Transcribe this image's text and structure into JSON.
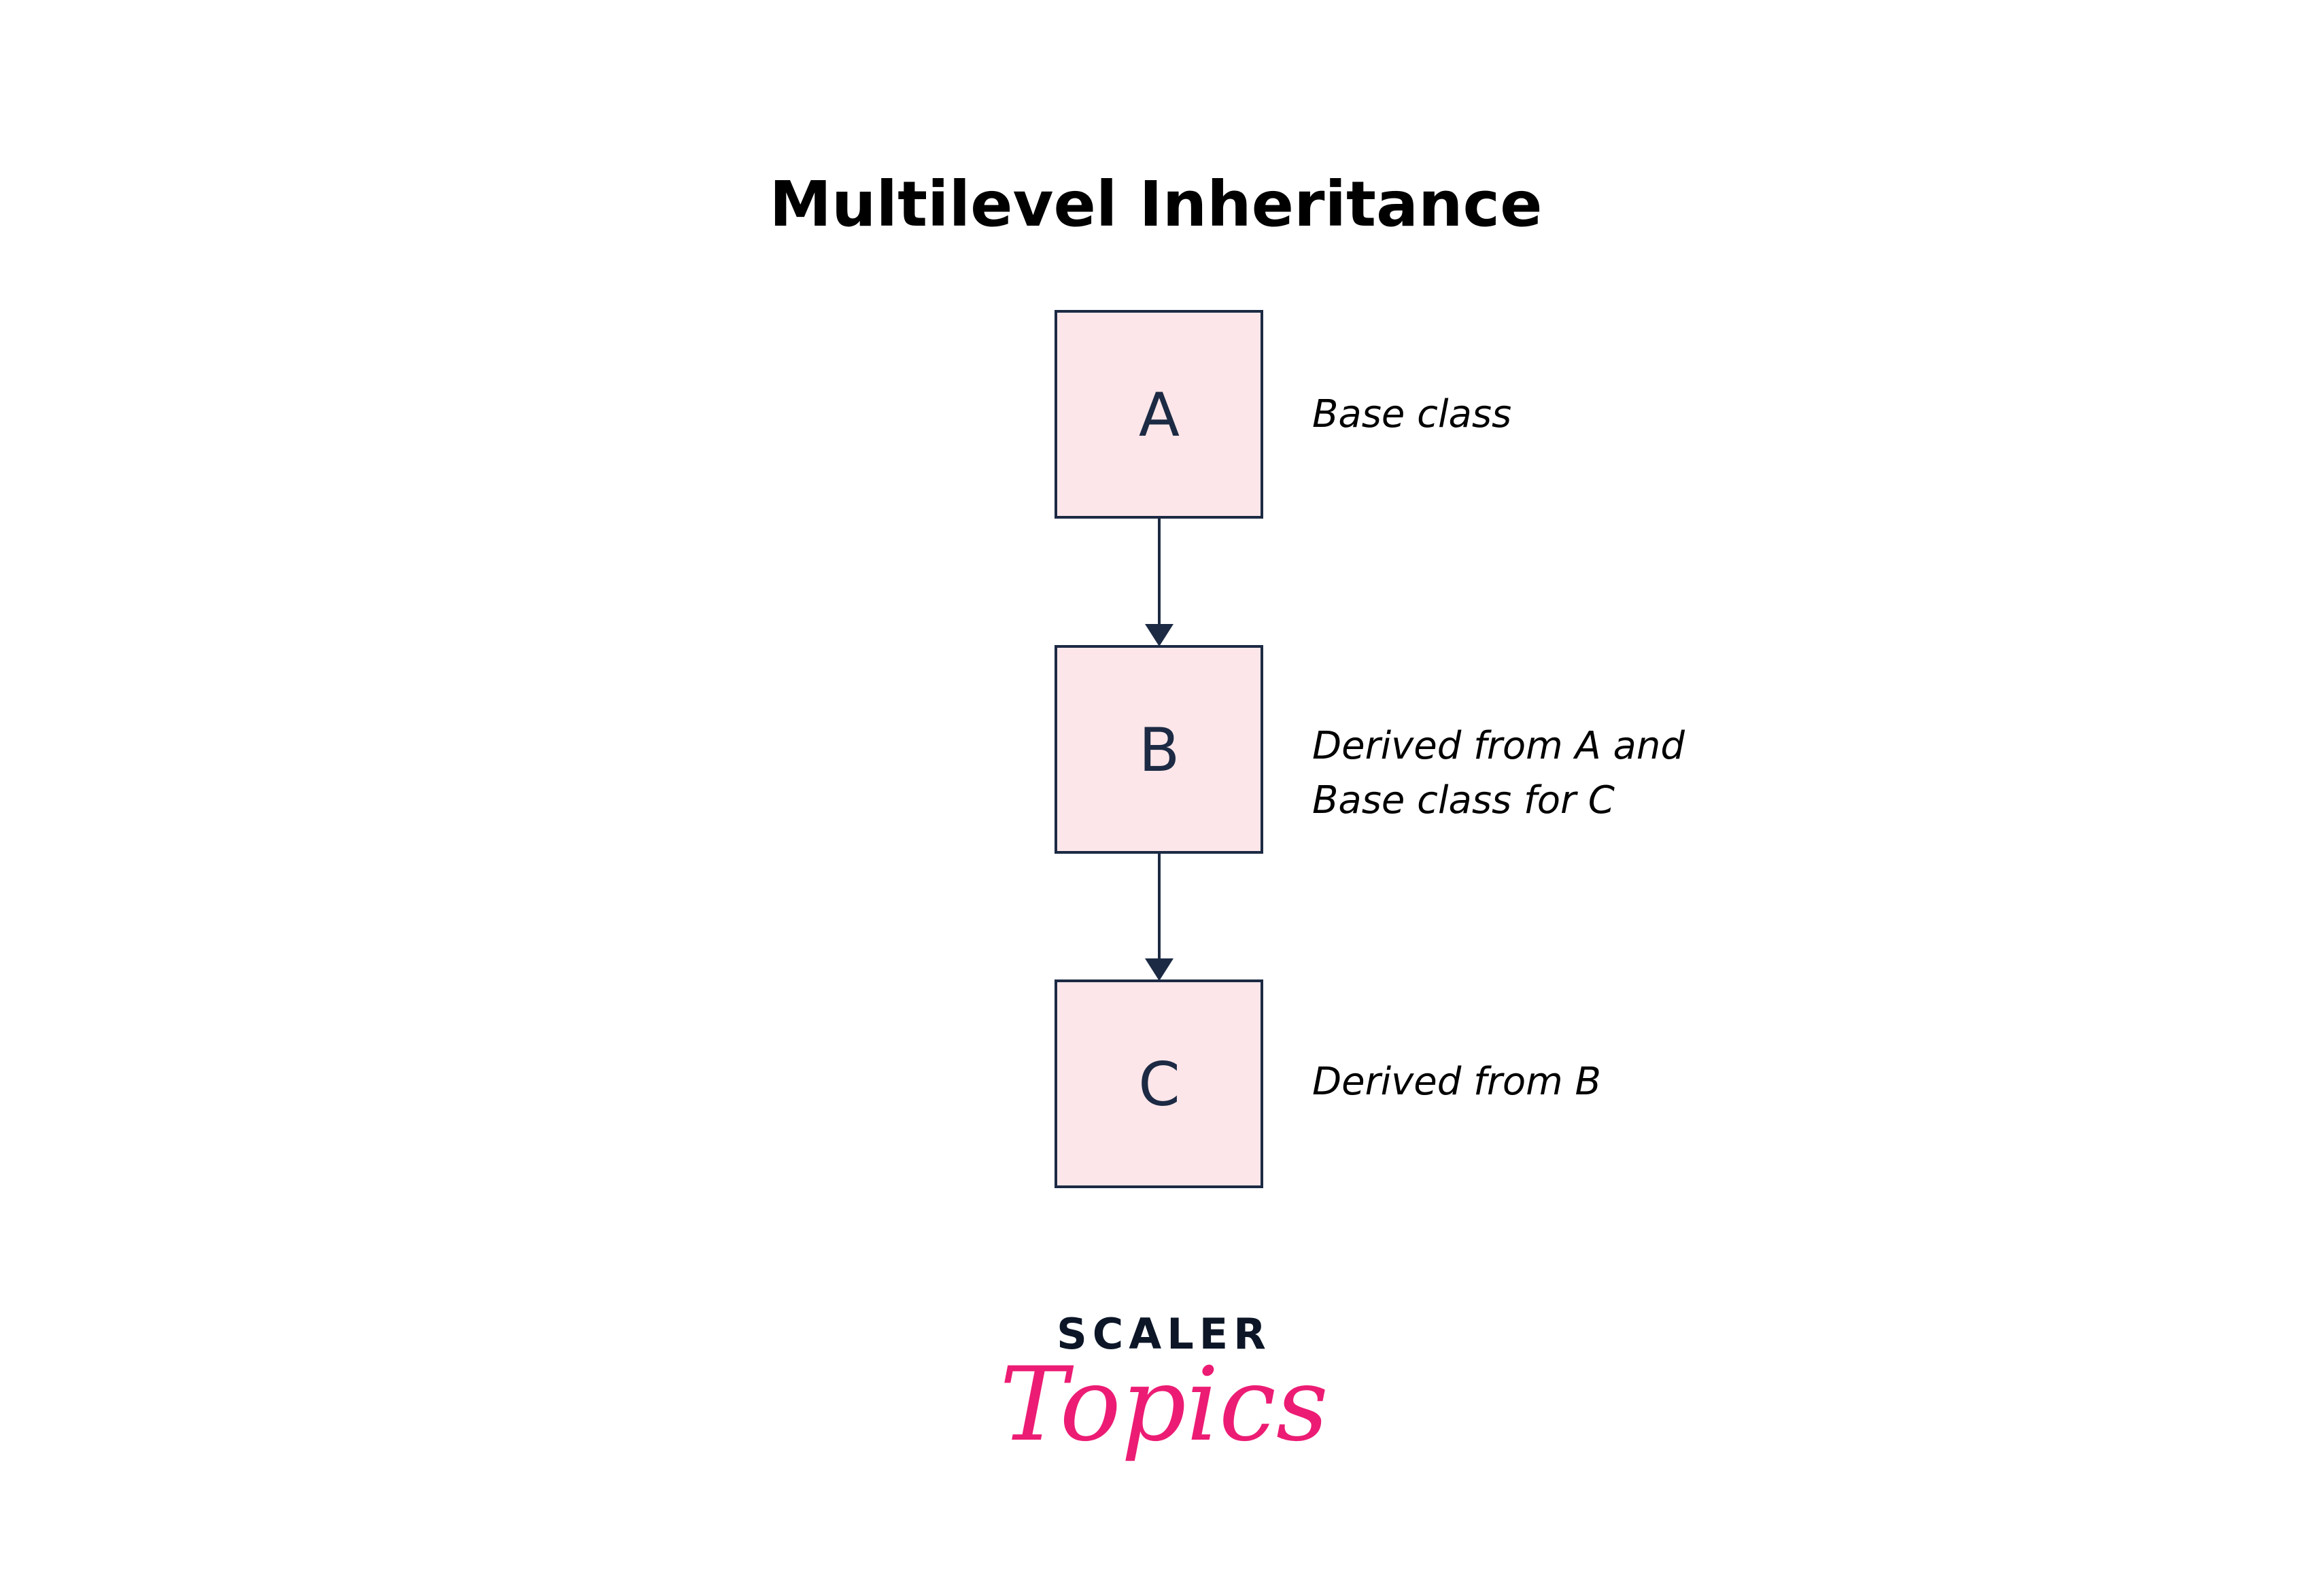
{
  "title": "Multilevel Inheritance",
  "nodes": [
    {
      "label": "A",
      "note_lines": [
        "Base class"
      ]
    },
    {
      "label": "B",
      "note_lines": [
        "Derived from A and",
        "Base class for C"
      ]
    },
    {
      "label": "C",
      "note_lines": [
        "Derived from B"
      ]
    }
  ],
  "edges": [
    {
      "from": "A",
      "to": "B"
    },
    {
      "from": "B",
      "to": "C"
    }
  ],
  "logo": {
    "line1": "SCALER",
    "line2": "Topics"
  },
  "colors": {
    "box_fill": "#fde6e9",
    "box_stroke": "#1c2a44",
    "logo_dark": "#0c1627",
    "logo_pink": "#ec1c74"
  }
}
